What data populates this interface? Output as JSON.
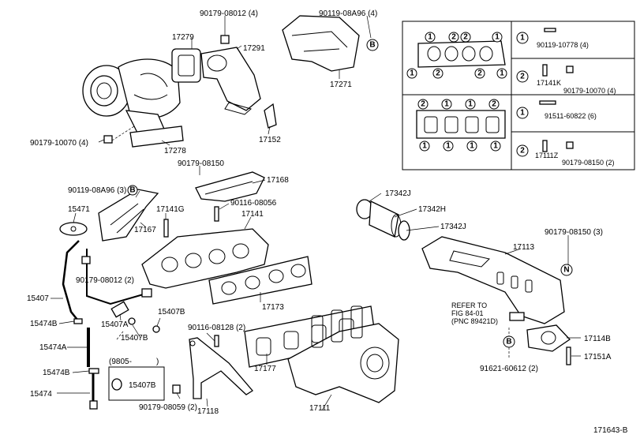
{
  "parts": {
    "p90179_08012_4": "90179-08012 (4)",
    "p90119_08A96_4": "90119-08A96 (4)",
    "p17279": "17279",
    "p17291": "17291",
    "p17271": "17271",
    "p90179_10070_4": "90179-10070 (4)",
    "p17278": "17278",
    "p17152": "17152",
    "p90179_08150": "90179-08150",
    "p17168": "17168",
    "p90119_08A96_3": "90119-08A96 (3)",
    "p90116_08056": "90116-08056",
    "p15471": "15471",
    "p17141G": "17141G",
    "p17167": "17167",
    "p17141": "17141",
    "p90179_08012_2": "90179-08012 (2)",
    "p15407": "15407",
    "p15407B_1": "15407B",
    "p17173": "17173",
    "p15474B_1": "15474B",
    "p15407A": "15407A",
    "p15407B_2": "15407B",
    "p90116_08128_2": "90116-08128 (2)",
    "p15474A": "15474A",
    "p9805": "(9805-",
    "p9805_close": ")",
    "p15474B_2": "15474B",
    "p15407B_3": "15407B",
    "p15474": "15474",
    "p90179_08059_2": "90179-08059 (2)",
    "p17118": "17118",
    "p17177": "17177",
    "p17111": "17111",
    "p17342J_1": "17342J",
    "p17342H": "17342H",
    "p17342J_2": "17342J",
    "p90179_08150_3": "90179-08150 (3)",
    "p17113": "17113",
    "refer1": "REFER TO",
    "refer2": "FIG 84-01",
    "refer3": "(PNC 89421D)",
    "p17114B": "17114B",
    "p17151A": "17151A",
    "p91621_60612_2": "91621-60612 (2)"
  },
  "markers": {
    "B": "B",
    "N": "N",
    "one": "①",
    "two": "②",
    "one_num": "1",
    "two_num": "2"
  },
  "legend_box": {
    "row1_key": "1",
    "row1_part": "90119-10778 (4)",
    "row2_key": "2",
    "row2_part_a": "17141K",
    "row2_part_b": "90179-10070 (4)",
    "row3_key": "1",
    "row3_part": "91511-60822 (6)",
    "row4_key": "2",
    "row4_part_a": "17111Z",
    "row4_part_b": "90179-08150 (2)"
  },
  "figure_id": "171643-B"
}
